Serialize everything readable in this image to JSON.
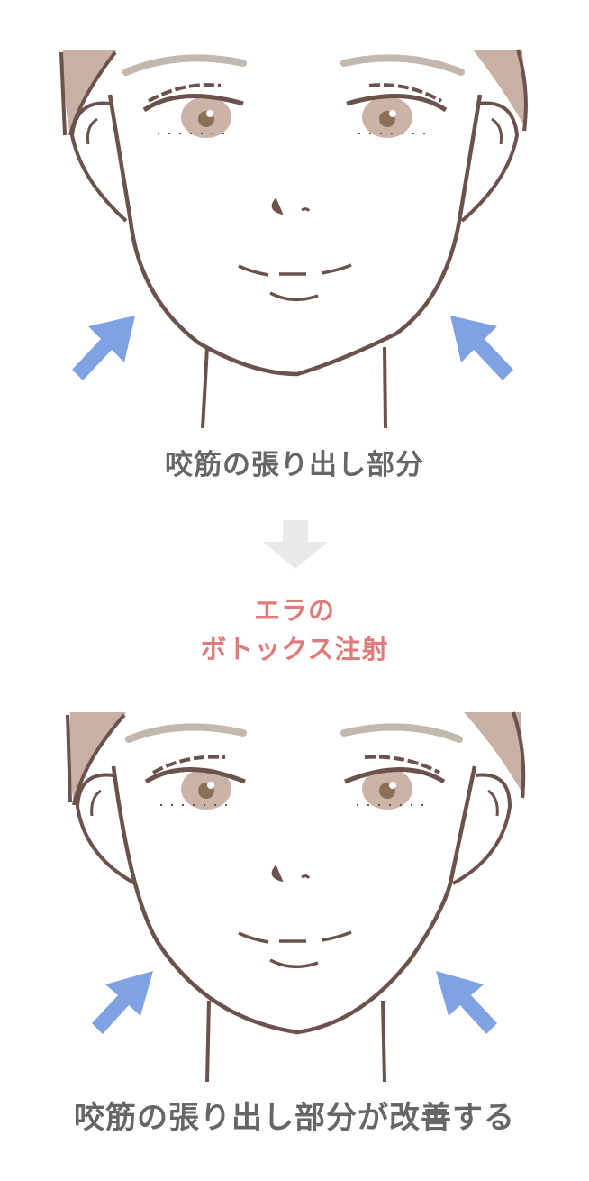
{
  "captions": {
    "before": "咬筋の張り出し部分",
    "after": "咬筋の張り出し部分が改善する"
  },
  "treatment": {
    "line1": "エラの",
    "line2": "ボトックス注射"
  },
  "icons": {
    "transition": "down-arrow-icon",
    "jaw_indicator": "diagonal-arrow-icon"
  },
  "colors": {
    "outline": "#6b524c",
    "hair": "#c8b0a4",
    "eyebrow": "#c2b8ae",
    "iris": "#cbb3a7",
    "pupil": "#8b7058",
    "jaw_arrow": "#7fa2e2",
    "transition_arrow": "#e9e9e9",
    "caption_text": "#666666",
    "treatment_text": "#e07b7b"
  }
}
